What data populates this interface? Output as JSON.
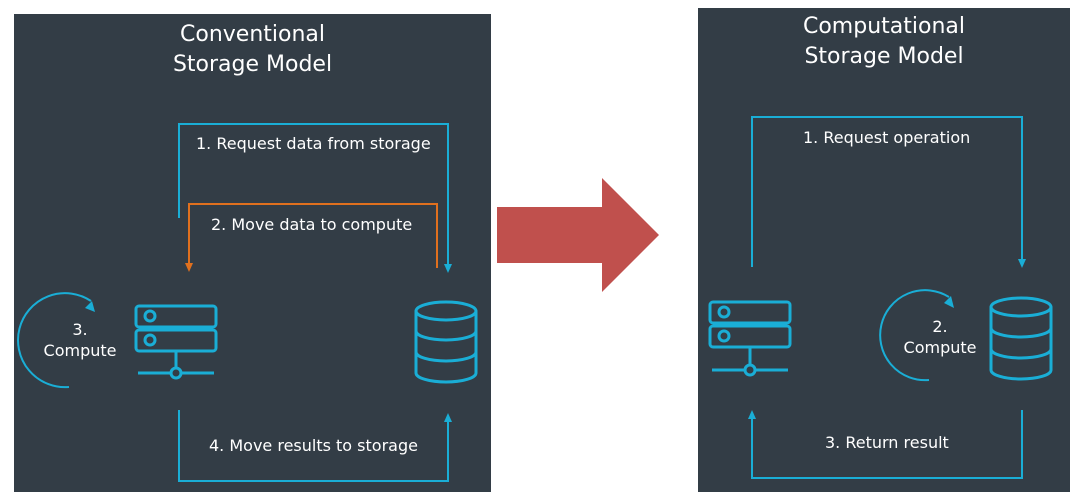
{
  "conventional": {
    "title_line1": "Conventional",
    "title_line2": "Storage Model",
    "step1": "1. Request data from storage",
    "step2": "2. Move data to compute",
    "step3_num": "3.",
    "step3_label": "Compute",
    "step4": "4. Move results to storage"
  },
  "computational": {
    "title_line1": "Computational",
    "title_line2": "Storage Model",
    "step1": "1. Request operation",
    "step2_num": "2.",
    "step2_label": "Compute",
    "step3": "3. Return result"
  },
  "colors": {
    "panel_bg": "#333d46",
    "cyan": "#1aaed6",
    "orange": "#e0701e",
    "arrow_red": "#c0504d",
    "text": "#ffffff"
  },
  "icons": {
    "server": "server-icon",
    "database": "database-icon",
    "cycle": "cycle-arrow-icon",
    "transition": "right-arrow-icon"
  }
}
